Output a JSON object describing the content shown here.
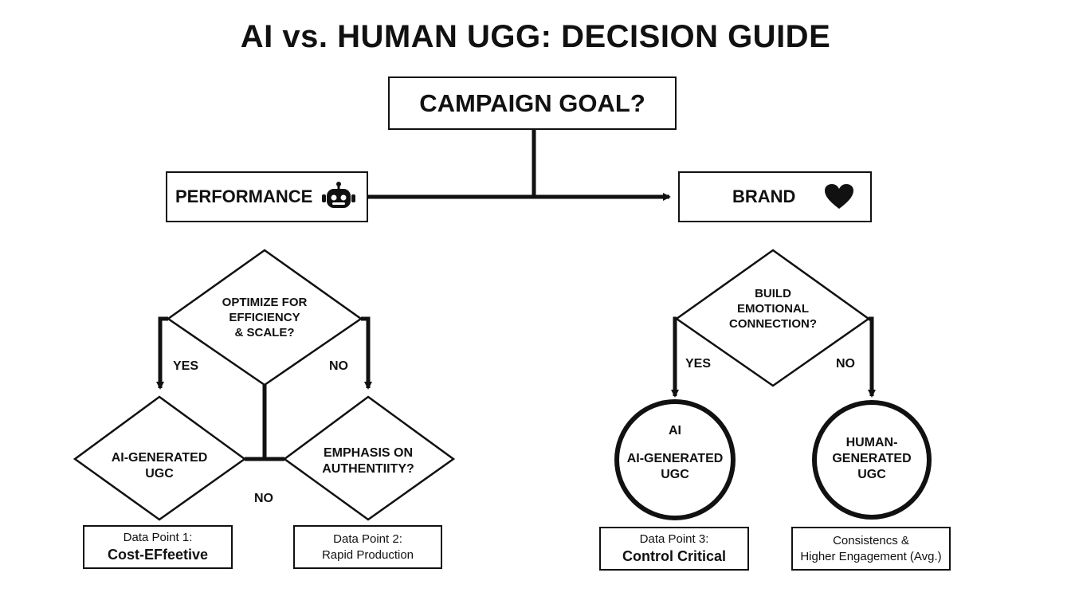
{
  "title": "AI vs. HUMAN UGG: DECISION GUIDE",
  "root": {
    "question": "CAMPAIGN GOAL?"
  },
  "branches": {
    "performance": {
      "label": "PERFORMANCE",
      "icon": "robot-icon"
    },
    "brand": {
      "label": "BRAND",
      "icon": "heart-icon"
    }
  },
  "left": {
    "decision_1": {
      "lines": [
        "OPTIMIZE FOR",
        "EFFICIENCY",
        "& SCALE?"
      ],
      "yes": "YES",
      "no": "NO"
    },
    "outcome_ai": {
      "lines": [
        "AI-GENERATED",
        "UGC"
      ]
    },
    "decision_2": {
      "lines": [
        "EMPHASIS ON",
        "AUTHENTIITY?"
      ],
      "no": "NO"
    },
    "data_point_1": {
      "label": "Data Point 1:",
      "value": "Cost-EFfeetive"
    },
    "data_point_2": {
      "label": "Data Point 2:",
      "value": "Rapid Production"
    }
  },
  "right": {
    "decision": {
      "lines": [
        "BUILD",
        "EMOTIONAL",
        "CONNECTION?"
      ],
      "yes": "YES",
      "no": "NO"
    },
    "outcome_ai": {
      "tag": "AI",
      "lines": [
        "AI-GENERATED",
        "UGC"
      ]
    },
    "outcome_human": {
      "lines": [
        "HUMAN-",
        "GENERATED",
        "UGC"
      ]
    },
    "data_point_3": {
      "label": "Data Point 3:",
      "value": "Control Critical"
    },
    "data_point_4": {
      "line1": "Consistencs &",
      "line2": "Higher Engagement (Avg.)"
    }
  }
}
